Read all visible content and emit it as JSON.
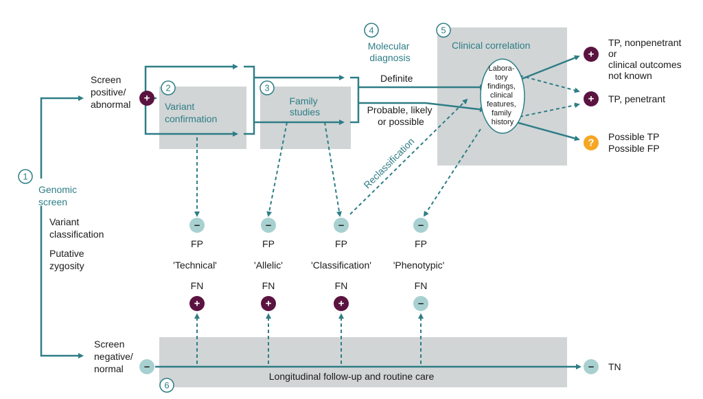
{
  "steps": {
    "s1": "1",
    "s2": "2",
    "s3": "3",
    "s4": "4",
    "s5": "5",
    "s6": "6"
  },
  "genomic_screen": [
    "Genomic",
    "screen"
  ],
  "variant_classification": [
    "Variant",
    "classification"
  ],
  "putative_zygosity": [
    "Putative",
    "zygosity"
  ],
  "screen_positive": [
    "Screen",
    "positive/",
    "abnormal"
  ],
  "screen_negative": [
    "Screen",
    "negative/",
    "normal"
  ],
  "variant_confirmation": [
    "Variant",
    "confirmation"
  ],
  "family_studies": [
    "Family",
    "studies"
  ],
  "molecular_diagnosis": [
    "Molecular",
    "diagnosis"
  ],
  "clinical_correlation": "Clinical correlation",
  "definite": "Definite",
  "probable": [
    "Probable, likely",
    "or possible"
  ],
  "reclassification": "Reclassification",
  "lab_findings": [
    "Labora-",
    "tory",
    "findings,",
    "clinical",
    "features,",
    "family",
    "history"
  ],
  "outcomes": {
    "tp_nonpenetrant": [
      "TP, nonpenetrant",
      "or",
      "clinical outcomes",
      "not known"
    ],
    "tp_penetrant": "TP, penetrant",
    "possible": [
      "Possible TP",
      "Possible FP"
    ],
    "tn": "TN"
  },
  "fp_label": "FP",
  "fn_label": "FN",
  "error_types": [
    "'Technical'",
    "'Allelic'",
    "'Classification'",
    "'Phenotypic'"
  ],
  "longitudinal": "Longitudinal follow-up and routine care",
  "symbols": {
    "plus": "+",
    "minus": "–",
    "question": "?"
  },
  "colors": {
    "teal": "#2e7d86",
    "plum": "#5b1340",
    "light_teal": "#a8d0d0",
    "orange": "#f5a623",
    "box_gray": "#d1d5d6"
  }
}
